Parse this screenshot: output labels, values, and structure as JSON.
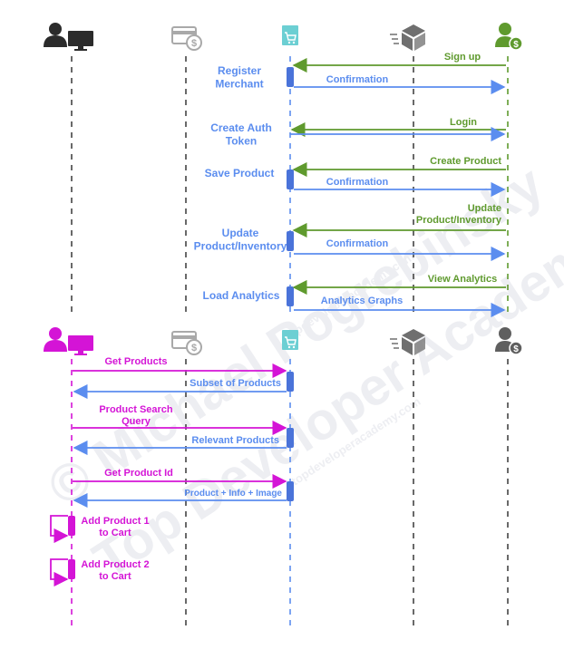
{
  "colors": {
    "blue": "#5b8def",
    "green": "#5f9a2e",
    "magenta": "#d414d6",
    "gray": "#6f6f6f",
    "dark": "#2b2b2b",
    "card": "#a9a9a9",
    "cart": "#6ccfd3",
    "lifeline": "#444444",
    "activation": "#4a73d9",
    "watermark": "#d9dbe2"
  },
  "watermarks": [
    "© Michael Pogrebinsky",
    "Top Developer Academy",
    "topdeveloperacademy.com",
    "topdeveloperacademy.com"
  ],
  "actors_top": [
    {
      "icon": "user-computer-icon",
      "color": "#2b2b2b"
    },
    {
      "icon": "payment-card-icon",
      "color": "#a9a9a9"
    },
    {
      "icon": "shopping-cart-icon",
      "color": "#6ccfd3"
    },
    {
      "icon": "package-box-icon",
      "color": "#6f6f6f"
    },
    {
      "icon": "merchant-icon",
      "color": "#5f9a2e"
    }
  ],
  "actors_bottom": [
    {
      "icon": "user-computer-icon",
      "color": "#d414d6"
    },
    {
      "icon": "payment-card-icon",
      "color": "#a9a9a9"
    },
    {
      "icon": "shopping-cart-icon",
      "color": "#6ccfd3"
    },
    {
      "icon": "package-box-icon",
      "color": "#6f6f6f"
    },
    {
      "icon": "merchant-icon",
      "color": "#5f5f5f"
    }
  ],
  "steps_top": [
    "Register\nMerchant",
    "Create Auth\nToken",
    "Save Product",
    "Update\nProduct/Inventory",
    "Load Analytics"
  ],
  "messages_top": [
    "Sign up",
    "Confirmation",
    "Login",
    "Create Product",
    "Confirmation",
    "Update\nProduct/Inventory",
    "Confirmation",
    "View Analytics",
    "Analytics Graphs"
  ],
  "messages_bottom": [
    "Get Products",
    "Subset of Products",
    "Product Search\nQuery",
    "Relevant Products",
    "Get Product Id",
    "Product + Info + Image",
    "Add Product 1\nto Cart",
    "Add Product 2\nto Cart"
  ]
}
